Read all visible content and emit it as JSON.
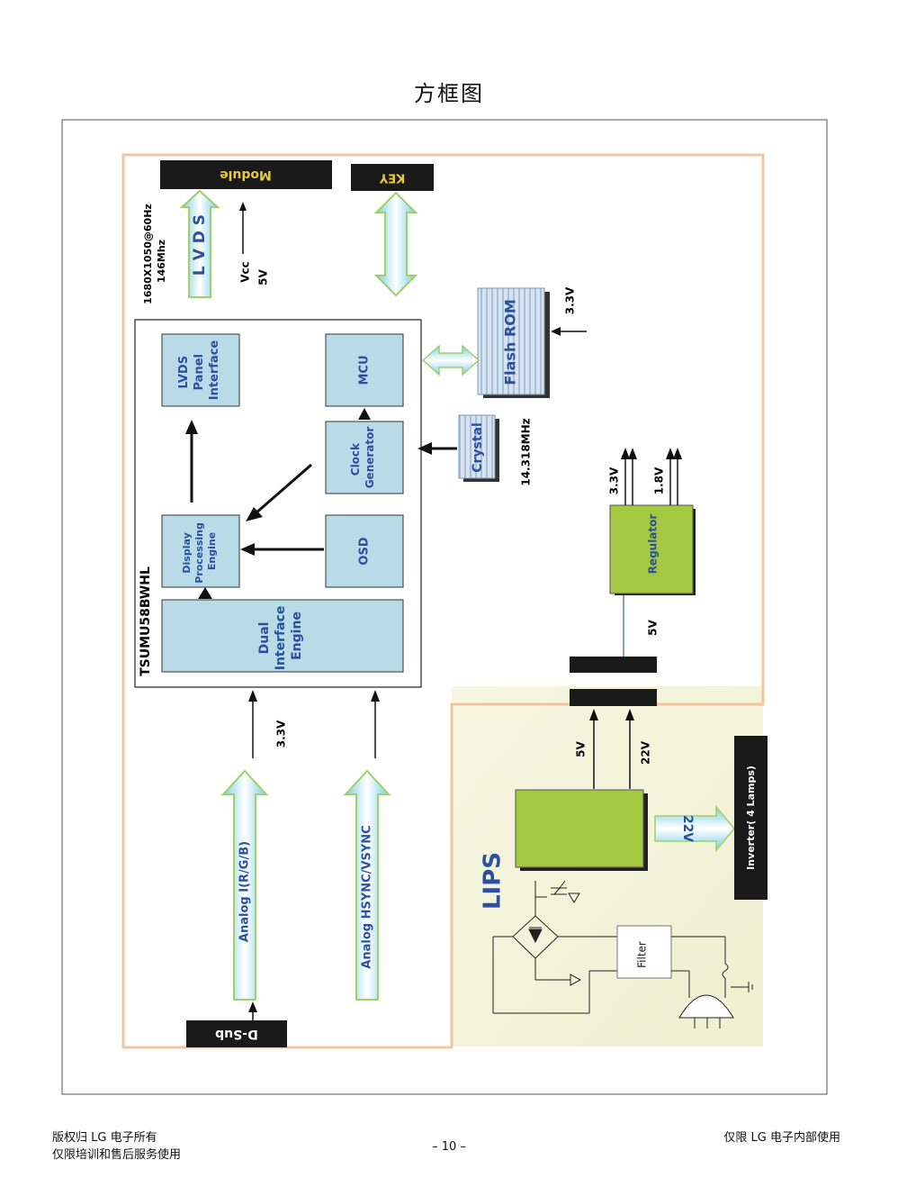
{
  "page": {
    "title": "方框图"
  },
  "blocks": {
    "module": "Module",
    "key": "KEY",
    "dsub": "D-Sub",
    "chip": "TSUMU58BWHL",
    "lvds_panel_interface": [
      "LVDS",
      "Panel",
      "Interface"
    ],
    "mcu": "MCU",
    "clock_generator": [
      "Clock",
      "Generator"
    ],
    "osd": "OSD",
    "display_processing_engine": [
      "Display",
      "Processing",
      "Engine"
    ],
    "dual_interface_engine": [
      "Dual",
      "Interface",
      "Engine"
    ],
    "flash_rom": "Flash ROM",
    "crystal": "Crystal",
    "crystal_freq": "14.318MHz",
    "regulator": "Regulator",
    "lips": "LIPS",
    "filter": "Filter",
    "inverter": "Inverter( 4 Lamps)"
  },
  "labels": {
    "lvds": "L V D S",
    "lvds_res": "1680X1050@60Hz",
    "lvds_clock": "146Mhz",
    "vcc": "Vcc",
    "vcc_v": "5V",
    "flash_v": "3.3V",
    "reg_out_33": "3.3V",
    "reg_out_18": "1.8V",
    "reg_in_5v": "5V",
    "chip_in_33": "3.3V",
    "lips_5v": "5V",
    "lips_22v": "22V",
    "analog_rgb": "Analog I(R/G/B)",
    "analog_sync": "Analog HSYNC/VSYNC",
    "inverter_arrow": "22V"
  },
  "footer": {
    "left_line1": "版权归 LG 电子所有",
    "left_line2": "仅限培训和售后服务使用",
    "page_number": "– 10 –",
    "right": "仅限 LG 电子内部使用"
  },
  "colors": {
    "lightblue": "#b8dbe8",
    "green": "#a4c840",
    "orange_border": "#f3c4a0",
    "text_blue": "#2c4f9e",
    "lips_bg": "#f6f4dc",
    "black": "#1a1a1a"
  }
}
